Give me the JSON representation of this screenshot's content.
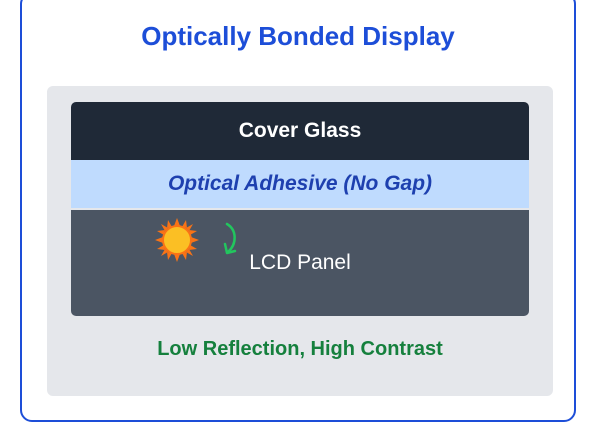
{
  "diagram": {
    "title": "Optically Bonded Display",
    "layers": {
      "cover_glass": "Cover Glass",
      "adhesive": "Optical Adhesive (No Gap)",
      "lcd": "LCD Panel"
    },
    "footer": "Low Reflection, High Contrast",
    "icons": {
      "sun": "sun-icon",
      "reflection_arrow": "curved-arrow-icon"
    },
    "colors": {
      "title": "#1d4ed8",
      "cover_glass": "#1f2937",
      "adhesive": "#bfdbfe",
      "adhesive_text": "#1e40af",
      "lcd": "#4b5563",
      "footer": "#15803d",
      "sun": "#f59e0b",
      "arrow": "#22c55e"
    }
  }
}
